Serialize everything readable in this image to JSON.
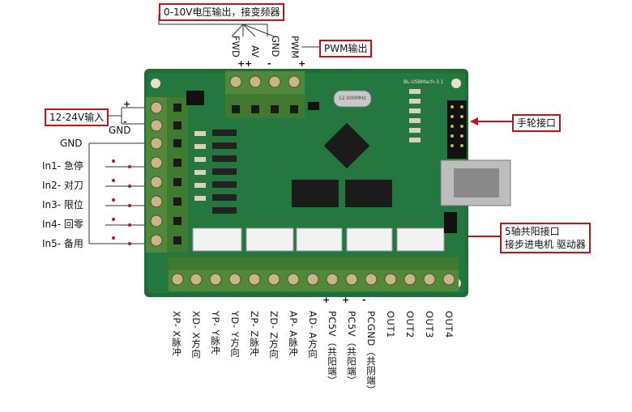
{
  "callouts": {
    "vfd_output": "0-10V电压输出，接变频器",
    "pwm_output": "PWM输出",
    "power_input": "12-24V输入",
    "handwheel": "手轮接口",
    "stepper_line1": "5轴共阳接口",
    "stepper_line2": "接步进电机 驱动器"
  },
  "top_terminals": {
    "fwd": "FWD",
    "av": "AV",
    "gnd": "GND",
    "pwm": "PWM",
    "fwd_sign": "+",
    "av_sign": "+",
    "gnd_sign": "-",
    "pwm_sign": "+"
  },
  "left_terminals": {
    "plus_sign": "+",
    "minus_sign": "-",
    "gnd_power": "GND",
    "gnd_inputs": "GND",
    "inputs": [
      "In1- 急停",
      "In2- 对刀",
      "In3- 限位",
      "In4- 回零",
      "In5- 备用"
    ]
  },
  "board": {
    "model": "BL-USBMach-3.1",
    "crystal": "12.000MHz"
  },
  "bottom_terminals": {
    "pins": [
      "XP- X脉冲",
      "XD- X方向",
      "YP- Y脉冲",
      "YD- Y方向",
      "ZP- Z脉冲",
      "ZD- Z方向",
      "AP- A脉冲",
      "AD- A方向",
      "PC5V（共阳端）",
      "PC5V（共阳端）",
      "PCGND（共阴端）",
      "OUT1",
      "OUT2",
      "OUT3",
      "OUT4"
    ],
    "signs": [
      "+",
      "+",
      "-"
    ]
  }
}
